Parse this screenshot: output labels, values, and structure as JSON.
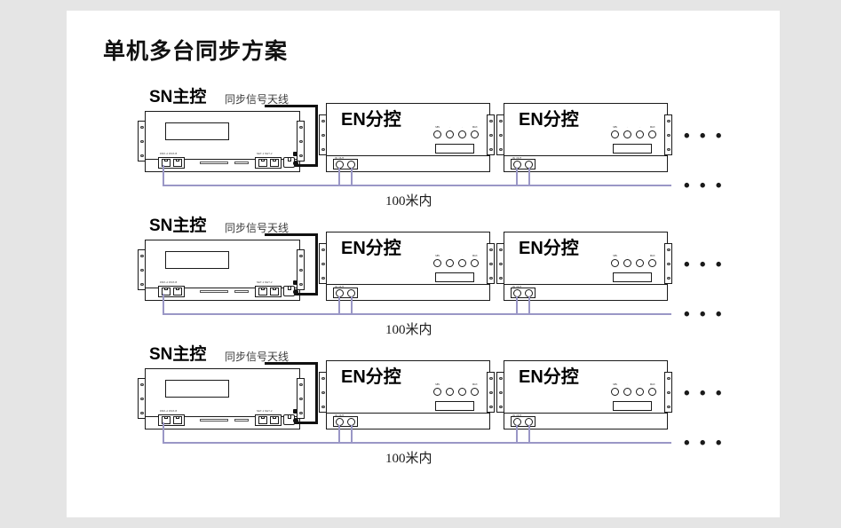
{
  "page": {
    "title": "单机多台同步方案",
    "background_color": "#e5e5e5",
    "panel_color": "#ffffff"
  },
  "colors": {
    "outline": "#1a1a1a",
    "wire": "#9a97c6",
    "antenna_wire": "#111111",
    "title_text": "#111111"
  },
  "labels": {
    "master_name": "SN主控",
    "master_antenna": "同步信号天线",
    "slave_name": "EN分控",
    "distance": "100米内",
    "ellipsis": "• • •"
  },
  "devices": {
    "master": {
      "name": "SN主控",
      "antenna_label": "同步信号天线",
      "screen": "",
      "left_ports": [
        "DMX-A",
        "DMX-B"
      ],
      "right_ports": [
        "NET-1",
        "NET-2"
      ],
      "aux_port": "LAN",
      "antenna_connector": "ANT"
    },
    "slave": {
      "name": "EN分控",
      "knob_count": 4,
      "knob_ticks": [
        "MIN",
        "•",
        "•",
        "MAX"
      ],
      "screen": "",
      "connector_ticks": [
        "IN",
        "OUT"
      ],
      "connector_count": 2
    }
  },
  "rows": [
    {
      "index": 1,
      "master": "SN主控",
      "antenna": "同步信号天线",
      "slaves": [
        "EN分控",
        "EN分控"
      ],
      "more_devices": "• • •",
      "more_links": "• • •",
      "distance": "100米内"
    },
    {
      "index": 2,
      "master": "SN主控",
      "antenna": "同步信号天线",
      "slaves": [
        "EN分控",
        "EN分控"
      ],
      "more_devices": "• • •",
      "more_links": "• • •",
      "distance": "100米内"
    },
    {
      "index": 3,
      "master": "SN主控",
      "antenna": "同步信号天线",
      "slaves": [
        "EN分控",
        "EN分控"
      ],
      "more_devices": "• • •",
      "more_links": "• • •",
      "distance": "100米内"
    }
  ]
}
